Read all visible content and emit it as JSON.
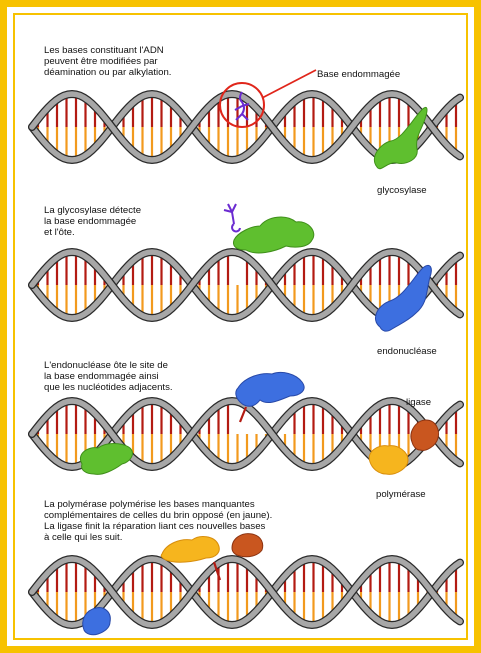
{
  "panels": [
    {
      "caption": "Les bases constituant l'ADN\npeuvent être modifiées par\ndéamination ou par alkylation.",
      "labels": [
        "Base endommagée",
        "glycosylase"
      ]
    },
    {
      "caption": "La glycosylase détecte\nla base endommagée\net l'ôte.",
      "labels": [
        "endonucléase"
      ]
    },
    {
      "caption": "L'endonucléase ôte le site de\nla base endommagée ainsi\nque les nucléotides adjacents.",
      "labels": [
        "ligase",
        "polymérase"
      ]
    },
    {
      "caption": "La polymérase polymérise les bases manquantes\ncomplémentaires de celles du brin opposé (en jaune).\nLa ligase finit la réparation liant ces nouvelles bases\nà celle qui les suit.",
      "labels": []
    }
  ],
  "colors": {
    "frame": "#f7c200",
    "backbone": "#a7a7a7",
    "rung_red": "#b31b12",
    "rung_orange": "#f29a1e",
    "glycosylase": "#5fbf2f",
    "endonuclease": "#3d6fe0",
    "ligase": "#c9561f",
    "polymerase": "#f6b51e",
    "damaged_base": "#6b2bd1",
    "highlight_circle": "#e0261b"
  }
}
